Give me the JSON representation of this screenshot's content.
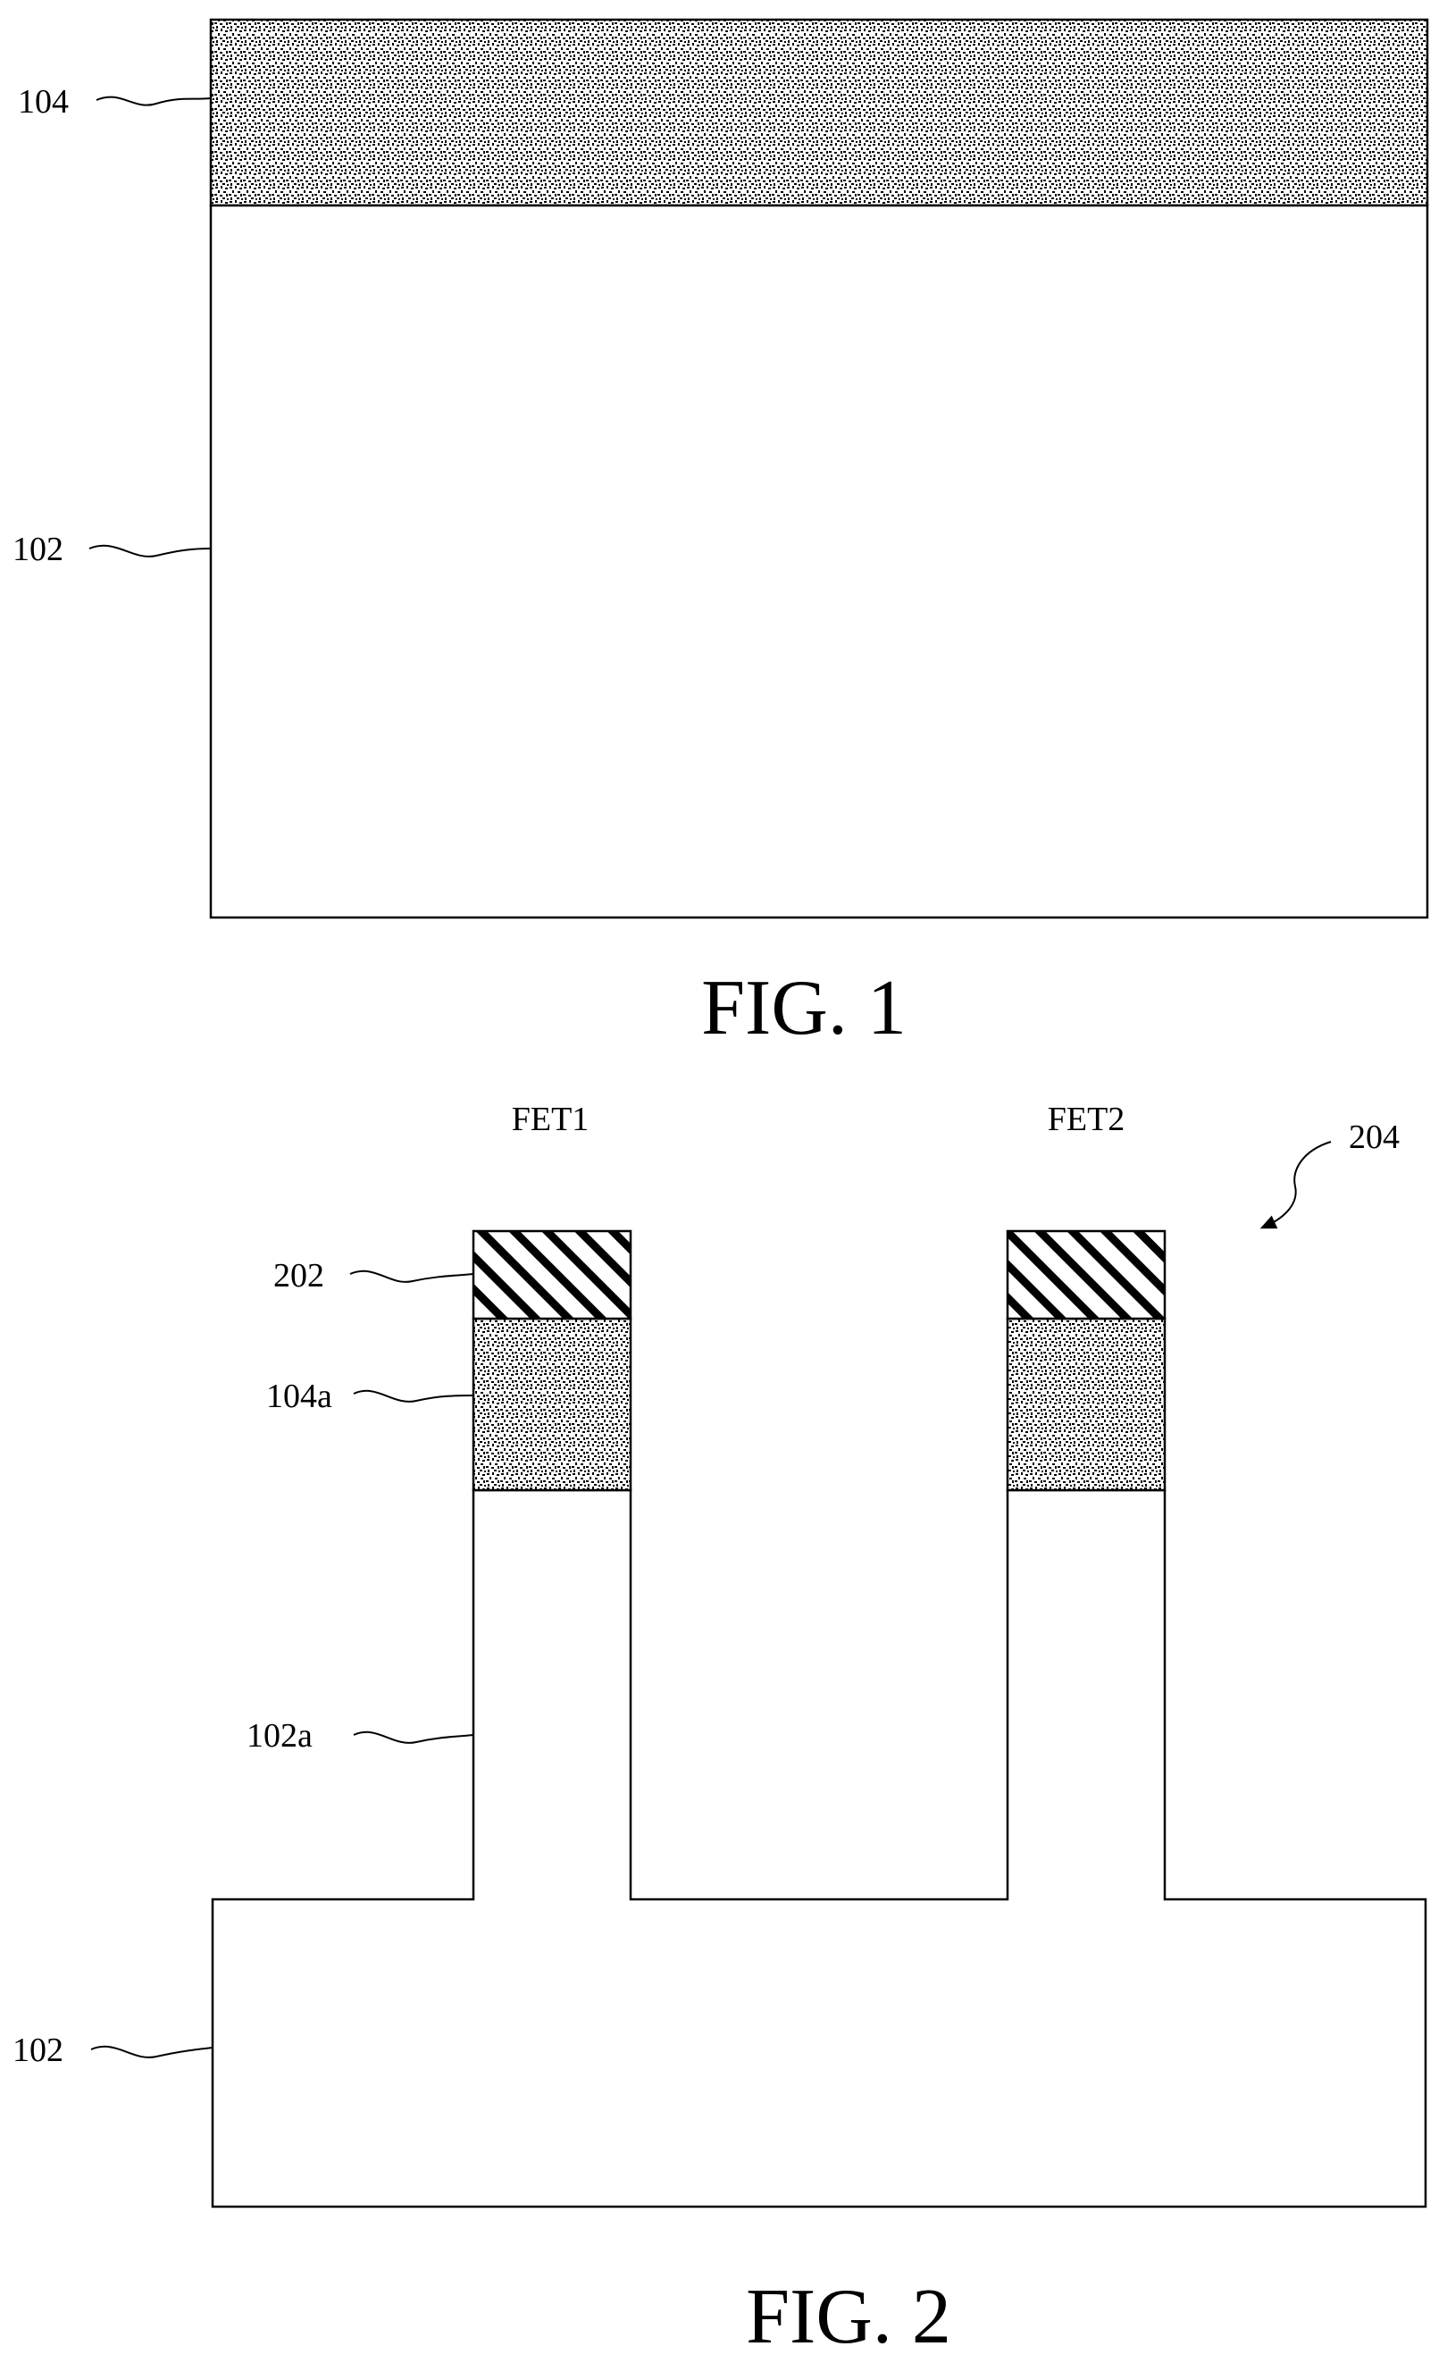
{
  "figure1": {
    "caption": "FIG. 1",
    "labels": {
      "top_layer": "104",
      "substrate": "102"
    }
  },
  "figure2": {
    "caption": "FIG. 2",
    "devices": [
      "FET1",
      "FET2"
    ],
    "labels": {
      "assembly": "204",
      "hard_mask": "202",
      "patterned_layer": "104a",
      "fin": "102a",
      "substrate": "102"
    }
  },
  "colors": {
    "line": "#000000",
    "background": "#ffffff"
  }
}
